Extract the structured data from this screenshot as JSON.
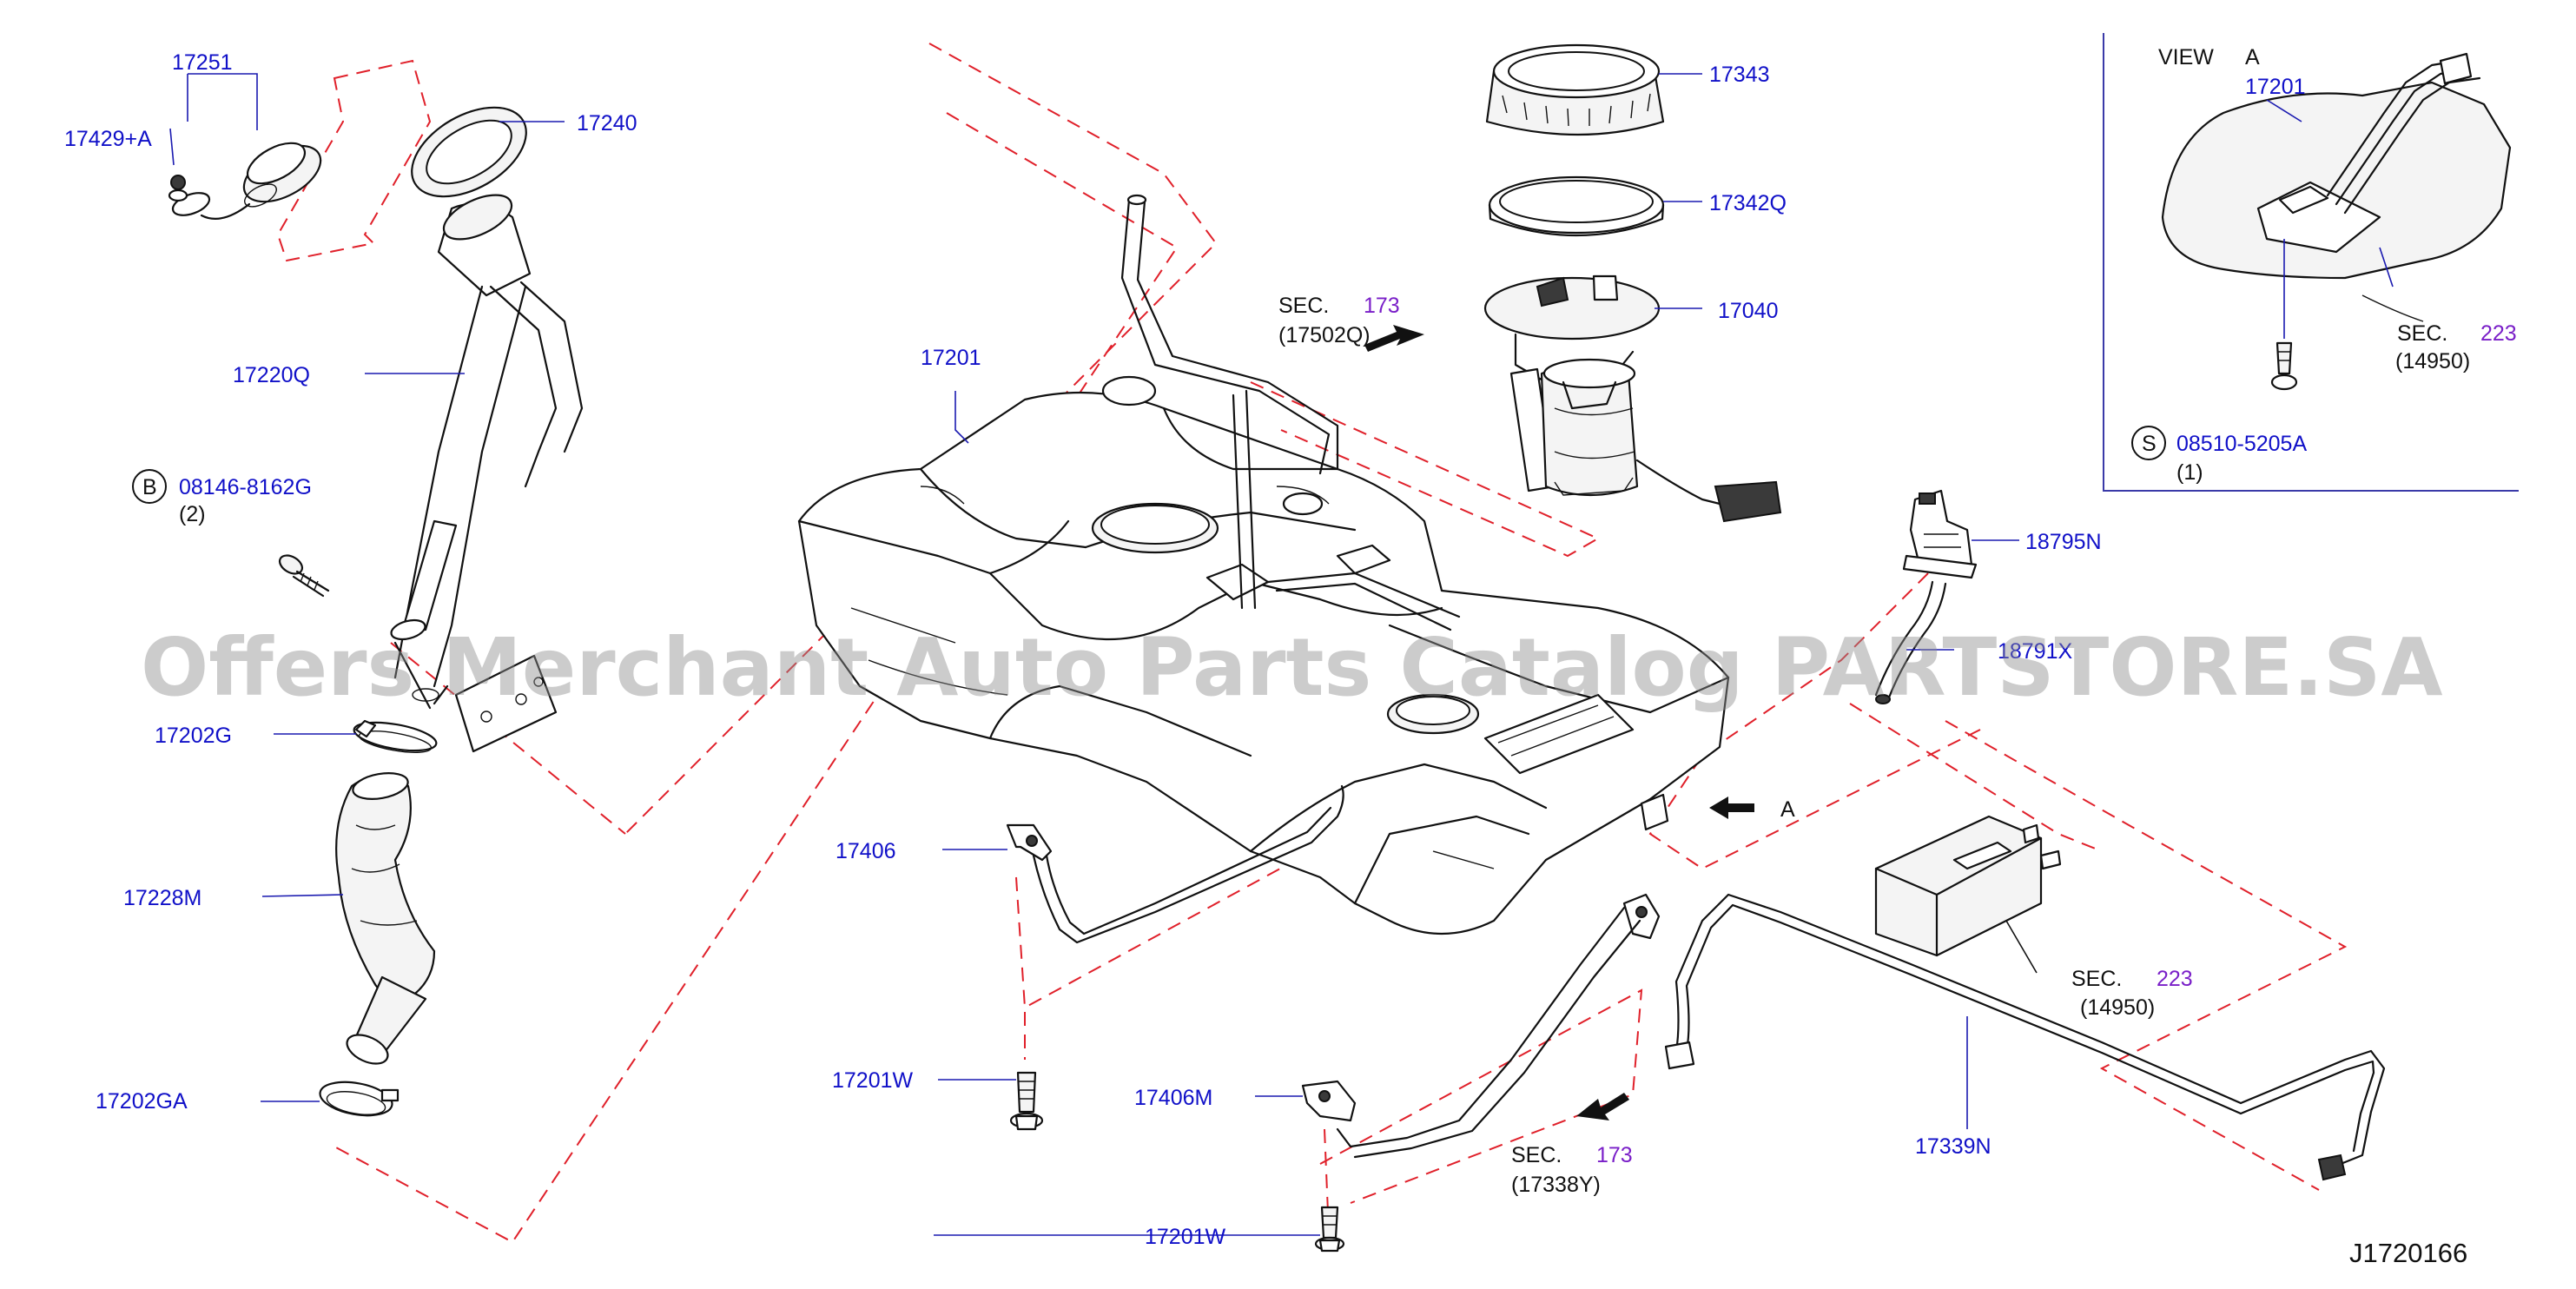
{
  "callouts": {
    "p17251": "17251",
    "p17429A": "17429+A",
    "p17240": "17240",
    "p17220Q": "17220Q",
    "bolt_b_code": "08146-8162G",
    "bolt_b_symbol": "B",
    "bolt_b_qty": "(2)",
    "p17202G": "17202G",
    "p17228M": "17228M",
    "p17202GA": "17202GA",
    "p17201": "17201",
    "p17343": "17343",
    "p17342Q": "17342Q",
    "p17040": "17040",
    "p18795N": "18795N",
    "p18791X": "18791X",
    "p17406": "17406",
    "p17201W_a": "17201W",
    "p17406M": "17406M",
    "p17201W_b": "17201W",
    "p17339N": "17339N",
    "marker_a": "A"
  },
  "sections": {
    "sec_pump": {
      "prefix": "SEC.",
      "number": "173",
      "ref": "(17502Q)"
    },
    "sec_line": {
      "prefix": "SEC.",
      "number": "173",
      "ref": "(17338Y)"
    },
    "sec_canister": {
      "prefix": "SEC.",
      "number": "223",
      "ref": "(14950)"
    }
  },
  "view_a": {
    "title": "VIEW",
    "letter": "A",
    "p17201": "17201",
    "sec_prefix": "SEC.",
    "sec_number": "223",
    "sec_ref": "(14950)",
    "screw_symbol": "S",
    "screw_code": "08510-5205A",
    "screw_qty": "(1)"
  },
  "watermark": "Offers Merchant Auto Parts Catalog PARTSTORE.SA",
  "drawing_code": "J1720166",
  "colors": {
    "callout_blue": "#1010c8",
    "section_purple": "#7a1fc8",
    "phantom_red": "#e0202a",
    "line_black": "#111111"
  }
}
